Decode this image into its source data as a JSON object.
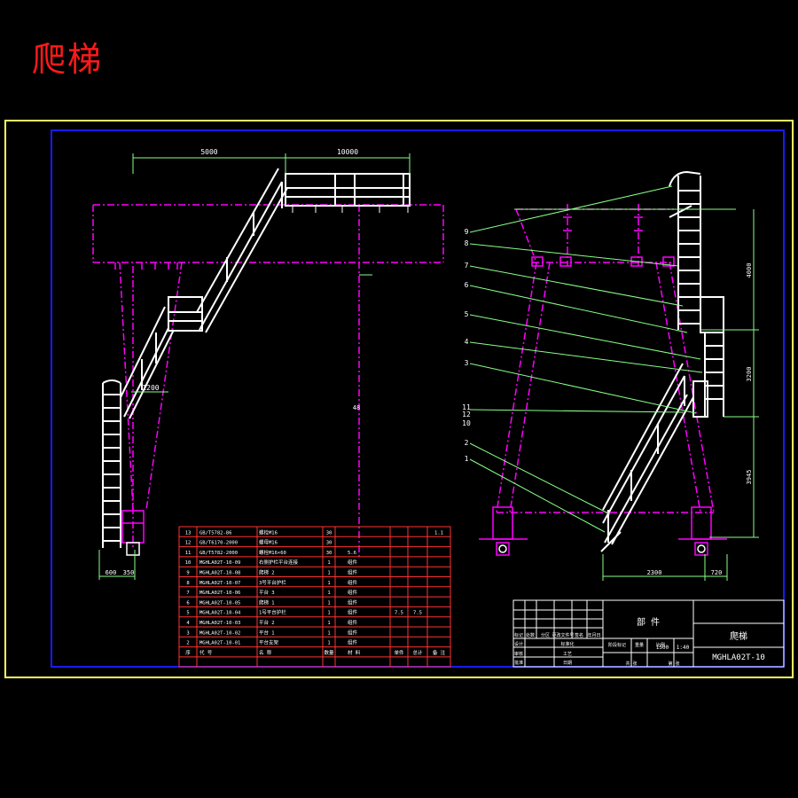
{
  "title": "爬梯",
  "dims": {
    "left_top_span": "5000",
    "left_top_right": "10000",
    "left_mid": "1200",
    "left_vertical": "48",
    "left_bottom_a": "600",
    "left_bottom_b": "350",
    "right_h_top": "4000",
    "right_h_mid": "3200",
    "right_h_bot": "3945",
    "right_bottom_a": "2300",
    "right_bottom_b": "720"
  },
  "callouts": [
    "9",
    "8",
    "7",
    "6",
    "5",
    "4",
    "3",
    "11",
    "12",
    "10",
    "2",
    "1"
  ],
  "parts_table": {
    "rows": [
      {
        "no": "13",
        "code": "GB/T5782-86",
        "name": "螺栓M16",
        "qty": "30",
        "mat": "",
        "w1": "",
        "w2": "",
        "note": "1.1"
      },
      {
        "no": "12",
        "code": "GB/T6170-2000",
        "name": "螺母M16",
        "qty": "30",
        "mat": "",
        "w1": "",
        "w2": "",
        "note": ""
      },
      {
        "no": "11",
        "code": "GB/T5782-2000",
        "name": "螺栓M16×60",
        "qty": "30",
        "mat": "5.6",
        "w1": "",
        "w2": "",
        "note": ""
      },
      {
        "no": "10",
        "code": "MGHLA02T-10-09",
        "name": "右侧护栏平台连接",
        "qty": "1",
        "mat": "组件",
        "w1": "",
        "w2": "",
        "note": ""
      },
      {
        "no": "9",
        "code": "MGHLA02T-10-08",
        "name": "爬梯 2",
        "qty": "1",
        "mat": "组件",
        "w1": "",
        "w2": "",
        "note": ""
      },
      {
        "no": "8",
        "code": "MGHLA02T-10-07",
        "name": "3号平台护栏",
        "qty": "1",
        "mat": "组件",
        "w1": "",
        "w2": "",
        "note": ""
      },
      {
        "no": "7",
        "code": "MGHLA02T-10-06",
        "name": "平台 3",
        "qty": "1",
        "mat": "组件",
        "w1": "",
        "w2": "",
        "note": ""
      },
      {
        "no": "6",
        "code": "MGHLA02T-10-05",
        "name": "爬梯 1",
        "qty": "1",
        "mat": "组件",
        "w1": "",
        "w2": "",
        "note": ""
      },
      {
        "no": "5",
        "code": "MGHLA02T-10-04",
        "name": "1号平台护栏",
        "qty": "1",
        "mat": "组件",
        "w1": "7.5",
        "w2": "7.5",
        "note": ""
      },
      {
        "no": "4",
        "code": "MGHLA02T-10-03",
        "name": "平台 2",
        "qty": "1",
        "mat": "组件",
        "w1": "",
        "w2": "",
        "note": ""
      },
      {
        "no": "3",
        "code": "MGHLA02T-10-02",
        "name": "平台 1",
        "qty": "1",
        "mat": "组件",
        "w1": "",
        "w2": "",
        "note": ""
      },
      {
        "no": "2",
        "code": "MGHLA02T-10-01",
        "name": "平台支架",
        "qty": "1",
        "mat": "组件",
        "w1": "",
        "w2": "",
        "note": ""
      }
    ],
    "header": {
      "no": "序",
      "code": "代 号",
      "name": "名 称",
      "qty": "数量",
      "mat": "材 料",
      "w1": "单件",
      "w2": "总计",
      "note": "备 注"
    }
  },
  "title_block": {
    "label": "部 件",
    "drawing_name": "爬梯",
    "drawing_no": "MGHLA02T-10",
    "small": [
      "标记",
      "处数",
      "分区",
      "更改文件号",
      "签名",
      "年月日",
      "设计",
      "标准化",
      "审核",
      "工艺",
      "批准",
      "日期",
      "阶段标记",
      "重量",
      "比例",
      "共 张",
      "第 张"
    ],
    "scale": "1:40",
    "weight": "1500"
  },
  "colors": {
    "frame_yellow": "#ffff66",
    "frame_blue": "#1a1aff",
    "structure_white": "#ffffff",
    "center_magenta": "#ff00ff",
    "dim_green": "#88ff88",
    "table_red": "#ff3333",
    "title_red": "#ff1a1a"
  }
}
